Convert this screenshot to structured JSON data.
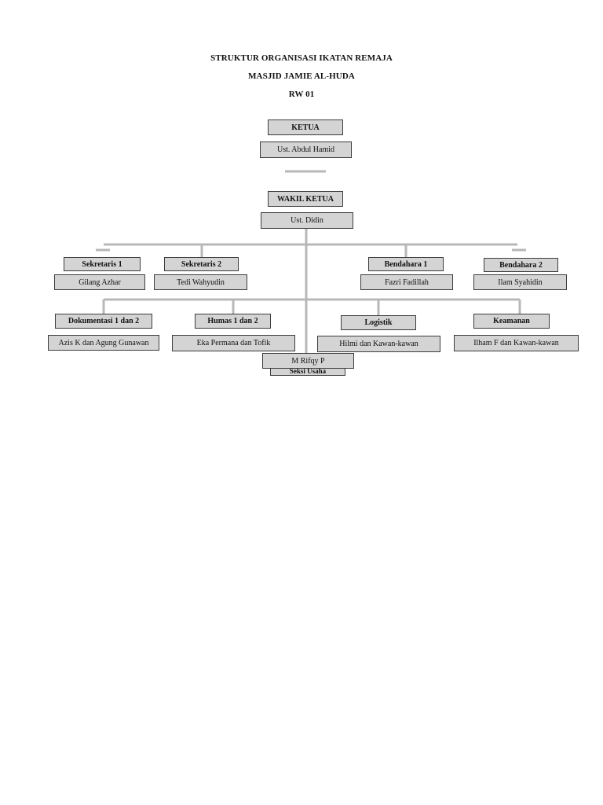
{
  "title": {
    "line1": "STRUKTUR ORGANISASI IKATAN REMAJA",
    "line2": "MASJID JAMIE AL-HUDA",
    "line3": "RW 01"
  },
  "ketua": {
    "role": "KETUA",
    "name": "Ust. Abdul Hamid"
  },
  "wakil_ketua": {
    "role": "WAKIL KETUA",
    "name": "Ust. Didin"
  },
  "sekretaris_1": {
    "role": "Sekretaris 1",
    "name": "Gilang Azhar"
  },
  "sekretaris_2": {
    "role": "Sekretaris 2",
    "name": "Tedi Wahyudin"
  },
  "bendahara_1": {
    "role": "Bendahara 1",
    "name": "Fazri Fadillah"
  },
  "bendahara_2": {
    "role": "Bendahara 2",
    "name": "Ilam Syahidin"
  },
  "dokumentasi": {
    "role": "Dokumentasi 1 dan 2",
    "name": "Azis K dan Agung Gunawan"
  },
  "humas": {
    "role": "Humas 1 dan 2",
    "name": "Eka Permana dan Tofik"
  },
  "logistik": {
    "role": "Logistik",
    "name": "Hilmi dan Kawan-kawan"
  },
  "keamanan": {
    "role": "Keamanan",
    "name": "Ilham F dan Kawan-kawan"
  },
  "bottom": {
    "name": "M Rifqy P",
    "hidden_role": "Seksi Usaha"
  }
}
